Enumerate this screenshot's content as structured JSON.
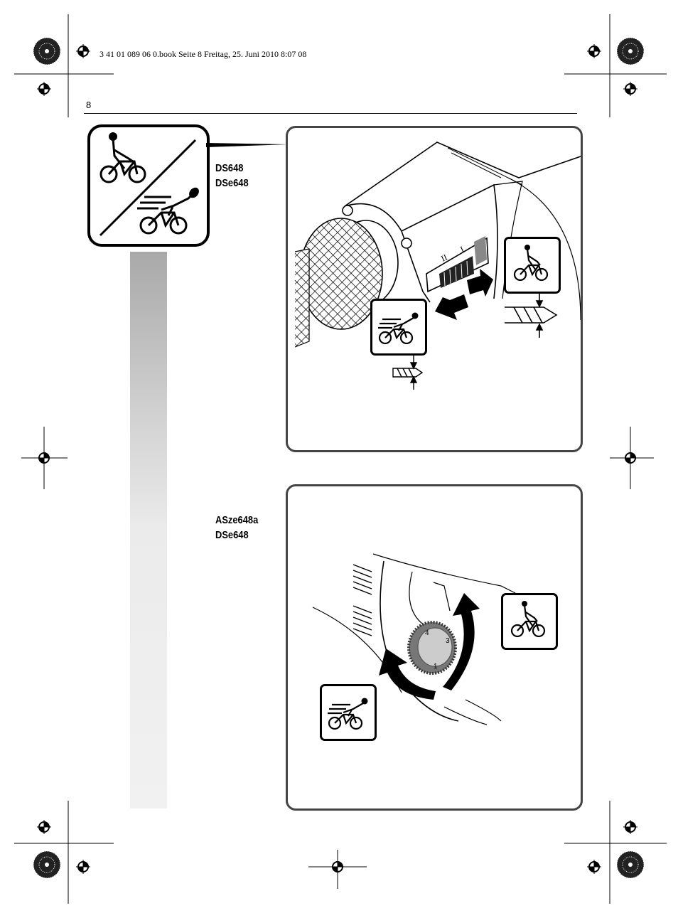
{
  "slug_line": "3 41 01 089 06 0.book  Seite 8  Freitag, 25. Juni 2010  8:07 08",
  "page_number": "8",
  "figure1": {
    "models": [
      "DS648",
      "DSe648"
    ],
    "scale_marks": [
      "II",
      "I"
    ]
  },
  "figure2": {
    "models": [
      "ASze648a",
      "DSe648"
    ],
    "dial_marks": [
      "4",
      "3",
      "1"
    ]
  },
  "icons": [
    "slow-speed-cyclist-icon",
    "fast-speed-cyclist-icon",
    "drill-bit-icon",
    "rotation-arrow-icon",
    "registration-mark-icon"
  ]
}
